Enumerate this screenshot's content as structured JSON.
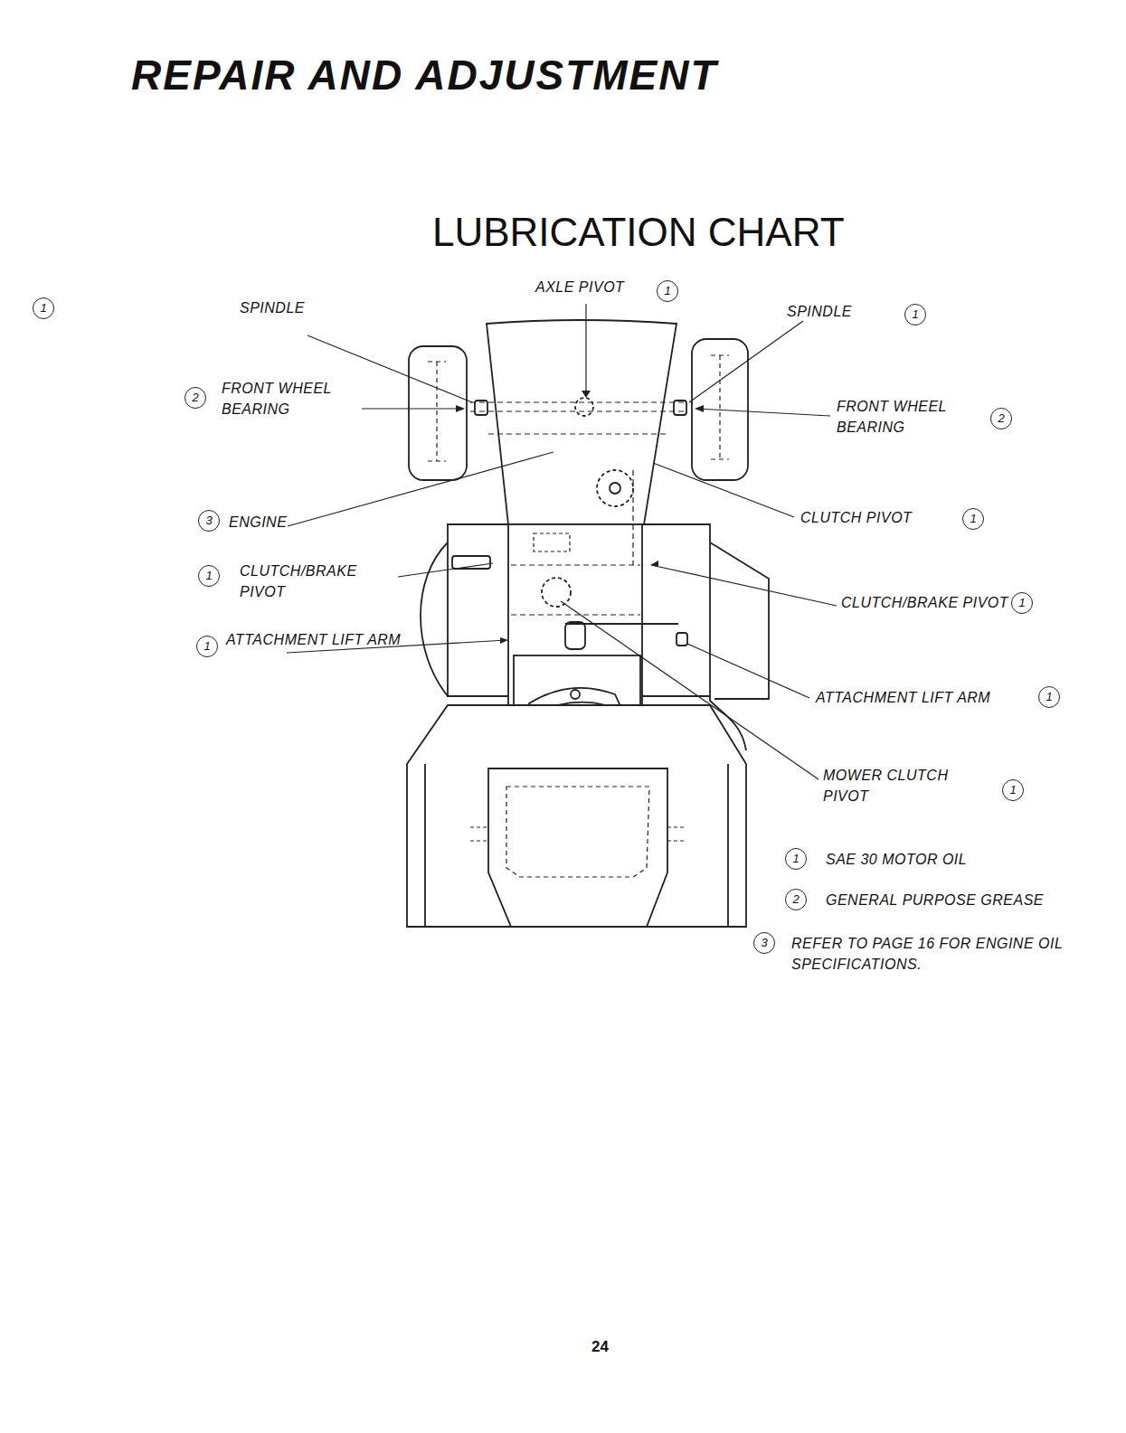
{
  "diagram": {
    "title": "LUBRICATION CHART",
    "labels": [
      "REPAIR AND ADJUSTMENT",
      "AXLE PIVOT",
      "1",
      "1",
      "SPINDLE",
      "SPINDLE",
      "1",
      "2",
      "FRONT WHEEL BEARING",
      "FRONT WHEEL BEARING",
      "2",
      "3",
      "ENGINE",
      "CLUTCH PIVOT",
      "1",
      "1",
      "CLUTCH/BRAKE PIVOT",
      "CLUTCH/BRAKE PIVOT",
      "1",
      "1",
      "ATTACHMENT LIFT ARM",
      "ATTACHMENT LIFT ARM",
      "1",
      "MOWER CLUTCH PIVOT",
      "1",
      "1",
      "2",
      "3",
      "24"
    ],
    "legend": [
      {
        "text": "SAE 30 MOTOR OIL"
      },
      {
        "text": "GENERAL PURPOSE GREASE"
      },
      {
        "text": "REFER TO PAGE 16 FOR ENGINE OIL SPECIFICATIONS."
      }
    ]
  }
}
